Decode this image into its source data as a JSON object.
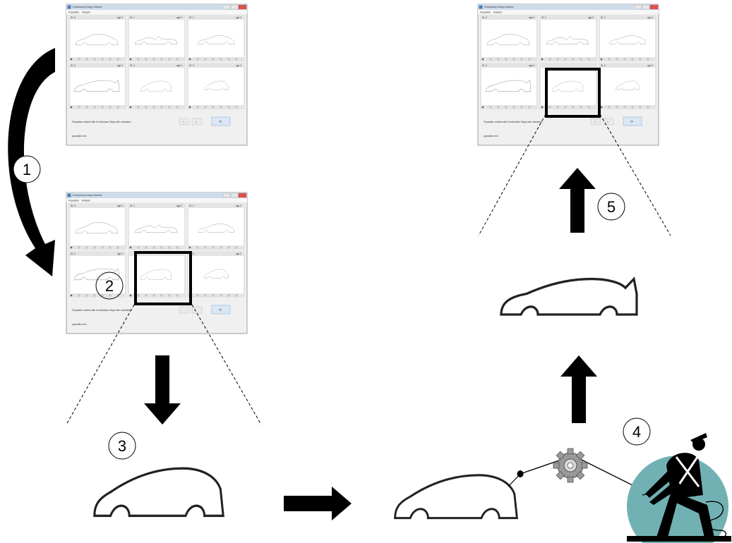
{
  "window": {
    "title": "Evolutionary Design Interface",
    "menu": [
      "Population",
      "Analysis"
    ],
    "cells": [
      {
        "id": "ID: 0",
        "age": "age 0"
      },
      {
        "id": "ID: 1",
        "age": "age 0"
      },
      {
        "id": "ID: 2",
        "age": "age 0"
      },
      {
        "id": "ID: 3",
        "age": "age 0"
      },
      {
        "id": "ID: 4",
        "age": "age 0"
      },
      {
        "id": "ID: 5",
        "age": "age 0"
      }
    ],
    "rating_options": [
      "0",
      "1",
      "2",
      "3",
      "4",
      "5",
      "6"
    ],
    "status_text": "Population created with 6 individuals. Begin with evaluation.",
    "info_text": "population info",
    "buttons": [
      "<",
      ">",
      "Ok"
    ]
  },
  "steps": {
    "s1": "1",
    "s2": "2",
    "s3": "3",
    "s4": "4",
    "s5": "5"
  },
  "colors": {
    "accent_circle": "#72b1b3",
    "arrow": "#000000",
    "window_bg": "#f0f0f0",
    "title_bar": "#cfdceb",
    "selection": "#000000"
  },
  "icons": [
    "gear-icon",
    "worker-pulling-rope-icon"
  ]
}
